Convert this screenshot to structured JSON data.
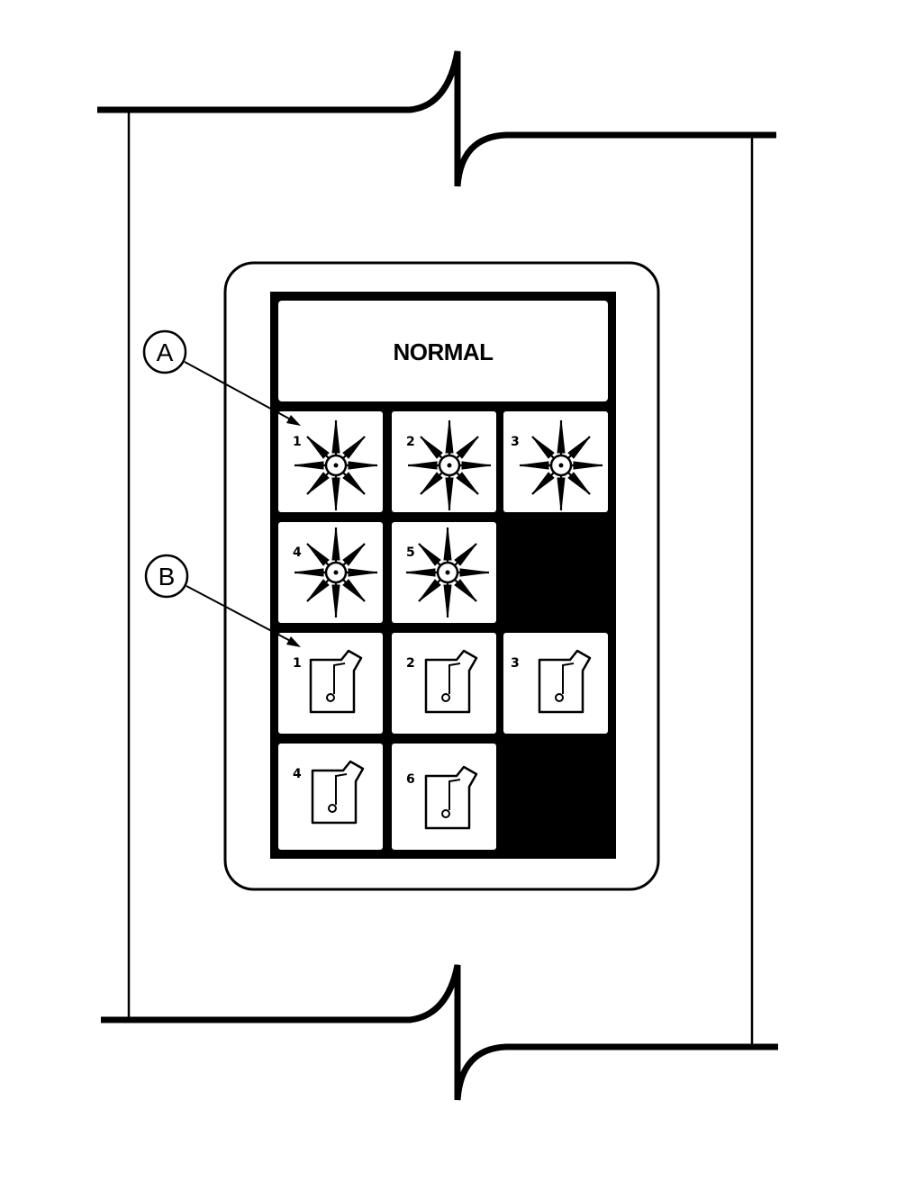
{
  "panel": {
    "title": "NORMAL",
    "ink_color": "#000000",
    "paper_color": "#ffffff"
  },
  "callouts": [
    {
      "label": "A",
      "points_to": "light-indicator-1"
    },
    {
      "label": "B",
      "points_to": "switch-indicator-1"
    }
  ],
  "light_indicators": [
    {
      "number": "1",
      "icon": "sunburst-light-icon"
    },
    {
      "number": "2",
      "icon": "sunburst-light-icon"
    },
    {
      "number": "3",
      "icon": "sunburst-light-icon"
    },
    {
      "number": "4",
      "icon": "sunburst-light-icon"
    },
    {
      "number": "5",
      "icon": "sunburst-light-icon"
    }
  ],
  "switch_indicators": [
    {
      "number": "1",
      "icon": "toggle-switch-icon"
    },
    {
      "number": "2",
      "icon": "toggle-switch-icon"
    },
    {
      "number": "3",
      "icon": "toggle-switch-icon"
    },
    {
      "number": "4",
      "icon": "toggle-switch-icon"
    },
    {
      "number": "6",
      "icon": "toggle-switch-icon"
    }
  ]
}
